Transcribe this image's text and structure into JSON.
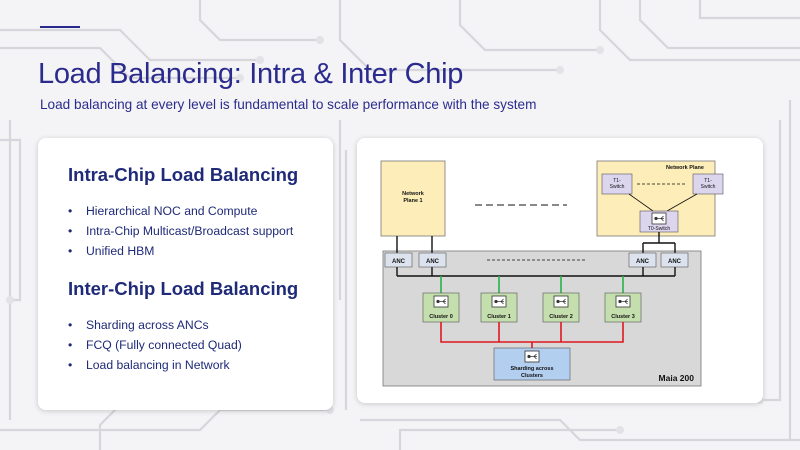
{
  "slide": {
    "title": "Load Balancing: Intra & Inter Chip",
    "subtitle": "Load balancing at every level is fundamental to scale performance with the system"
  },
  "intra_chip": {
    "heading": "Intra-Chip Load Balancing",
    "bullets": [
      "Hierarchical NOC and Compute",
      "Intra-Chip Multicast/Broadcast support",
      "Unified HBM"
    ]
  },
  "inter_chip": {
    "heading": "Inter-Chip Load Balancing",
    "bullets": [
      "Sharding across ANCs",
      "FCQ (Fully connected Quad)",
      "Load balancing in Network"
    ]
  },
  "diagram": {
    "network_plane_1": "Network\nPlane 1",
    "network_plane": "Network Plane",
    "t1_switch_left": "T1-\nSwitch",
    "t1_switch_right": "T1-\nSwitch",
    "t0_switch": "T0-Switch",
    "anc_labels": [
      "ANC",
      "ANC",
      "ANC",
      "ANC"
    ],
    "clusters": [
      "Cluster 0",
      "Cluster 1",
      "Cluster 2",
      "Cluster 3"
    ],
    "sharding": "Sharding across\nClusters",
    "chip_label": "Maia 200",
    "colors": {
      "plane_fill": "#fdedb8",
      "chip_fill": "#d8d8d8",
      "anc_fill": "#dce3ee",
      "cluster_fill": "#c5deae",
      "sharding_fill": "#b3cff0",
      "link_green": "#27b34a",
      "link_red": "#e0191f",
      "link_black": "#111111"
    },
    "icons": [
      "router-icon"
    ]
  }
}
